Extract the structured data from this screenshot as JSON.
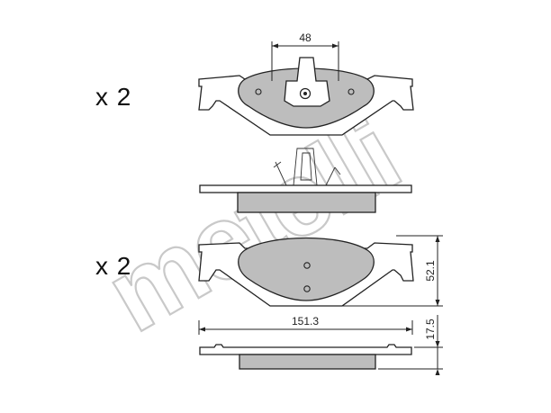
{
  "watermark": "metelli",
  "quantities": {
    "top": "x 2",
    "bottom": "x 2"
  },
  "dimensions": {
    "clip_width": "48",
    "pad_height": "52.1",
    "pad_length": "151.3",
    "pad_thickness": "17.5"
  },
  "colors": {
    "friction_material": "#bdbdbd",
    "outline": "#222222",
    "watermark_stroke": "#c9c9c9"
  },
  "icons": [
    "brake-pad-front-view",
    "brake-pad-side-view",
    "wear-indicator-clip"
  ]
}
